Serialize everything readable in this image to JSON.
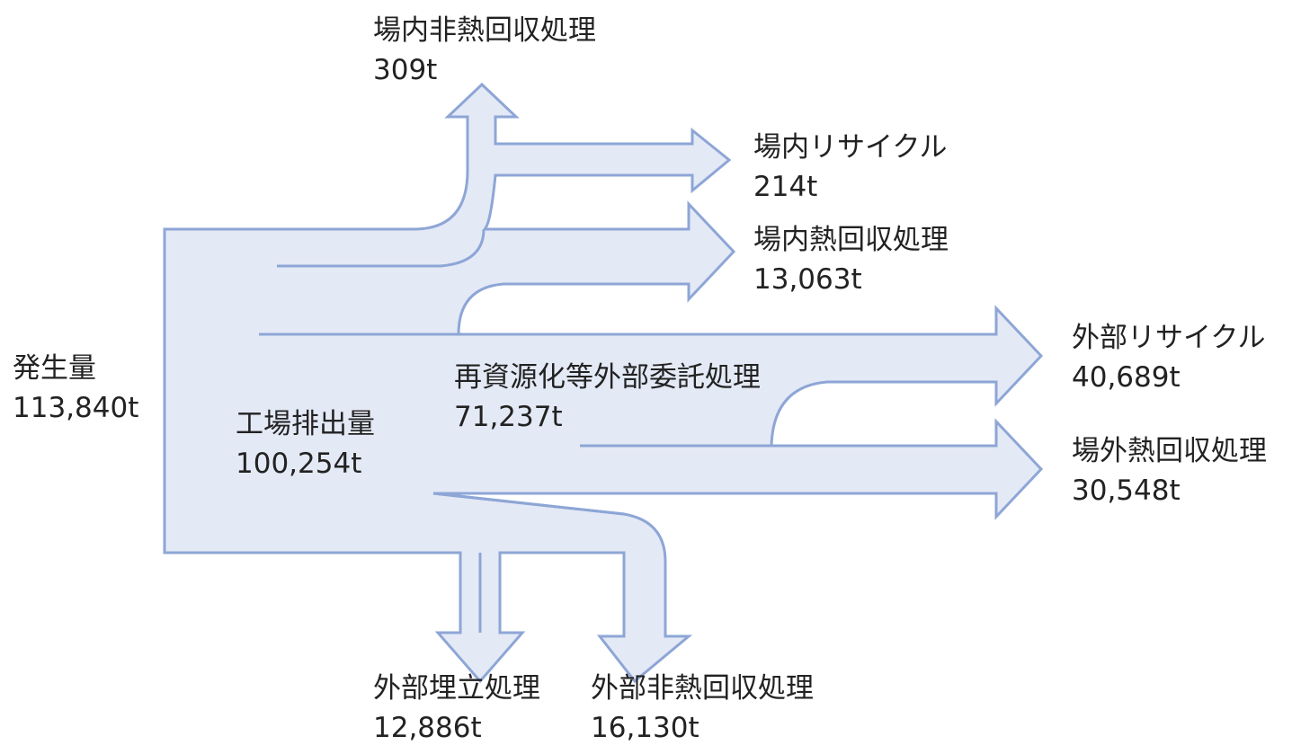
{
  "nodes": {
    "generation": {
      "label": "発生量",
      "value": "113,840t"
    },
    "factory_discharge": {
      "label": "工場排出量",
      "value": "100,254t"
    },
    "external_consignment": {
      "label": "再資源化等外部委託処理",
      "value": "71,237t"
    },
    "onsite_non_heat_recovery": {
      "label": "場内非熱回収処理",
      "value": "309t"
    },
    "onsite_recycle": {
      "label": "場内リサイクル",
      "value": "214t"
    },
    "onsite_heat_recovery": {
      "label": "場内熱回収処理",
      "value": "13,063t"
    },
    "external_recycle": {
      "label": "外部リサイクル",
      "value": "40,689t"
    },
    "offsite_heat_recovery": {
      "label": "場外熱回収処理",
      "value": "30,548t"
    },
    "external_landfill": {
      "label": "外部埋立処理",
      "value": "12,886t"
    },
    "external_non_heat_recovery": {
      "label": "外部非熱回収処理",
      "value": "16,130t"
    }
  },
  "colors": {
    "flow_fill": "#e4e9f6",
    "flow_stroke": "#8ea6d6",
    "text": "#222222"
  }
}
